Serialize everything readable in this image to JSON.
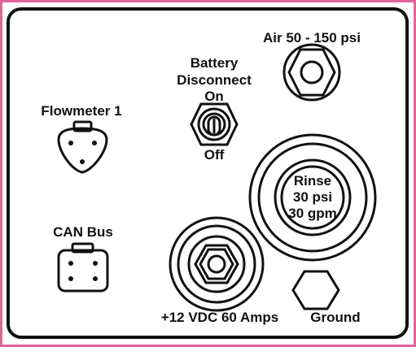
{
  "colors": {
    "frame": "#e0669a",
    "ink": "#111111",
    "paper": "#ffffff"
  },
  "labels": {
    "air": "Air 50 - 150 psi",
    "battery_line1": "Battery",
    "battery_line2": "Disconnect",
    "battery_on": "On",
    "battery_off": "Off",
    "flowmeter": "Flowmeter 1",
    "rinse_line1": "Rinse",
    "rinse_line2": "30 psi",
    "rinse_line3": "30 gpm",
    "can_bus": "CAN Bus",
    "power": "+12 VDC 60 Amps",
    "ground": "Ground"
  },
  "icons": {
    "air": "hex-fitting-icon",
    "battery": "toggle-switch-icon",
    "flowmeter": "three-pin-connector-icon",
    "can": "four-pin-connector-icon",
    "power": "hex-terminal-icon",
    "ground": "hex-ground-stud-icon"
  }
}
